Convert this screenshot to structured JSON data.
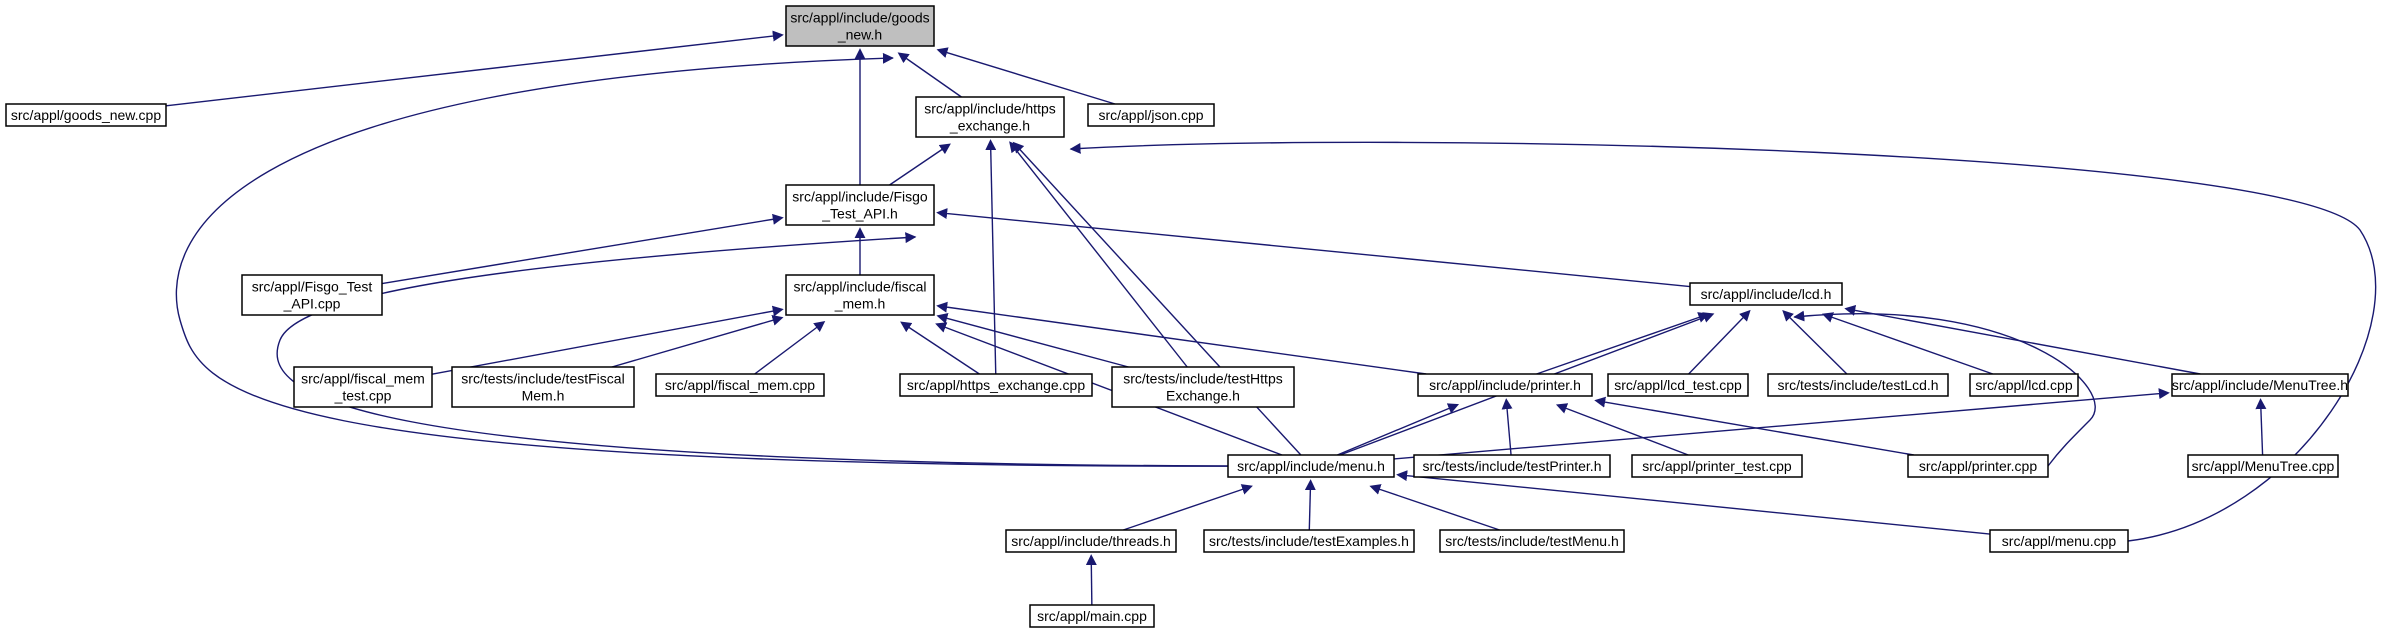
{
  "colors": {
    "edge": "#191970",
    "root_fill": "#bfbfbf",
    "node_fill": "#ffffff",
    "border": "#000000"
  },
  "nodes": [
    {
      "id": "goods_new_h",
      "lines": [
        "src/appl/include/goods",
        "_new.h"
      ],
      "root": true
    },
    {
      "id": "goods_new_cpp",
      "lines": [
        "src/appl/goods_new.cpp"
      ]
    },
    {
      "id": "https_exchange_h",
      "lines": [
        "src/appl/include/https",
        "_exchange.h"
      ]
    },
    {
      "id": "json_cpp",
      "lines": [
        "src/appl/json.cpp"
      ]
    },
    {
      "id": "fisgo_test_api_h",
      "lines": [
        "src/appl/include/Fisgo",
        "_Test_API.h"
      ]
    },
    {
      "id": "fisgo_test_api_cpp",
      "lines": [
        "src/appl/Fisgo_Test",
        "_API.cpp"
      ]
    },
    {
      "id": "fiscal_mem_h",
      "lines": [
        "src/appl/include/fiscal",
        "_mem.h"
      ]
    },
    {
      "id": "lcd_h",
      "lines": [
        "src/appl/include/lcd.h"
      ]
    },
    {
      "id": "fiscal_mem_test_cpp",
      "lines": [
        "src/appl/fiscal_mem",
        "_test.cpp"
      ]
    },
    {
      "id": "test_fiscal_mem_h",
      "lines": [
        "src/tests/include/testFiscal",
        "Mem.h"
      ]
    },
    {
      "id": "fiscal_mem_cpp",
      "lines": [
        "src/appl/fiscal_mem.cpp"
      ]
    },
    {
      "id": "https_exchange_cpp",
      "lines": [
        "src/appl/https_exchange.cpp"
      ]
    },
    {
      "id": "test_https_exchange_h",
      "lines": [
        "src/tests/include/testHttps",
        "Exchange.h"
      ]
    },
    {
      "id": "printer_h",
      "lines": [
        "src/appl/include/printer.h"
      ]
    },
    {
      "id": "lcd_test_cpp",
      "lines": [
        "src/appl/lcd_test.cpp"
      ]
    },
    {
      "id": "test_lcd_h",
      "lines": [
        "src/tests/include/testLcd.h"
      ]
    },
    {
      "id": "lcd_cpp",
      "lines": [
        "src/appl/lcd.cpp"
      ]
    },
    {
      "id": "menutree_h",
      "lines": [
        "src/appl/include/MenuTree.h"
      ]
    },
    {
      "id": "menu_h",
      "lines": [
        "src/appl/include/menu.h"
      ]
    },
    {
      "id": "test_printer_h",
      "lines": [
        "src/tests/include/testPrinter.h"
      ]
    },
    {
      "id": "printer_test_cpp",
      "lines": [
        "src/appl/printer_test.cpp"
      ]
    },
    {
      "id": "printer_cpp",
      "lines": [
        "src/appl/printer.cpp"
      ]
    },
    {
      "id": "menutree_cpp",
      "lines": [
        "src/appl/MenuTree.cpp"
      ]
    },
    {
      "id": "threads_h",
      "lines": [
        "src/appl/include/threads.h"
      ]
    },
    {
      "id": "test_examples_h",
      "lines": [
        "src/tests/include/testExamples.h"
      ]
    },
    {
      "id": "test_menu_h",
      "lines": [
        "src/tests/include/testMenu.h"
      ]
    },
    {
      "id": "menu_cpp",
      "lines": [
        "src/appl/menu.cpp"
      ]
    },
    {
      "id": "main_cpp",
      "lines": [
        "src/appl/main.cpp"
      ]
    }
  ],
  "edges": [
    [
      "goods_new_h",
      "goods_new_cpp"
    ],
    [
      "goods_new_h",
      "https_exchange_h"
    ],
    [
      "goods_new_h",
      "json_cpp"
    ],
    [
      "goods_new_h",
      "fisgo_test_api_h"
    ],
    [
      "goods_new_h",
      "menu_h"
    ],
    [
      "https_exchange_h",
      "fisgo_test_api_h"
    ],
    [
      "https_exchange_h",
      "https_exchange_cpp"
    ],
    [
      "https_exchange_h",
      "test_https_exchange_h"
    ],
    [
      "https_exchange_h",
      "menu_h"
    ],
    [
      "https_exchange_h",
      "menu_cpp"
    ],
    [
      "fisgo_test_api_h",
      "fisgo_test_api_cpp"
    ],
    [
      "fisgo_test_api_h",
      "fiscal_mem_h"
    ],
    [
      "fisgo_test_api_h",
      "lcd_h"
    ],
    [
      "fisgo_test_api_h",
      "menu_h"
    ],
    [
      "fiscal_mem_h",
      "fiscal_mem_test_cpp"
    ],
    [
      "fiscal_mem_h",
      "test_fiscal_mem_h"
    ],
    [
      "fiscal_mem_h",
      "fiscal_mem_cpp"
    ],
    [
      "fiscal_mem_h",
      "https_exchange_cpp"
    ],
    [
      "fiscal_mem_h",
      "test_https_exchange_h"
    ],
    [
      "fiscal_mem_h",
      "printer_h"
    ],
    [
      "fiscal_mem_h",
      "menu_h"
    ],
    [
      "lcd_h",
      "printer_h"
    ],
    [
      "lcd_h",
      "lcd_test_cpp"
    ],
    [
      "lcd_h",
      "test_lcd_h"
    ],
    [
      "lcd_h",
      "lcd_cpp"
    ],
    [
      "lcd_h",
      "menutree_h"
    ],
    [
      "lcd_h",
      "menu_h"
    ],
    [
      "lcd_h",
      "printer_cpp"
    ],
    [
      "printer_h",
      "menu_h"
    ],
    [
      "printer_h",
      "test_printer_h"
    ],
    [
      "printer_h",
      "printer_test_cpp"
    ],
    [
      "printer_h",
      "printer_cpp"
    ],
    [
      "menutree_h",
      "menu_h"
    ],
    [
      "menutree_h",
      "menutree_cpp"
    ],
    [
      "menu_h",
      "threads_h"
    ],
    [
      "menu_h",
      "test_examples_h"
    ],
    [
      "menu_h",
      "test_menu_h"
    ],
    [
      "menu_h",
      "menu_cpp"
    ],
    [
      "threads_h",
      "main_cpp"
    ]
  ]
}
